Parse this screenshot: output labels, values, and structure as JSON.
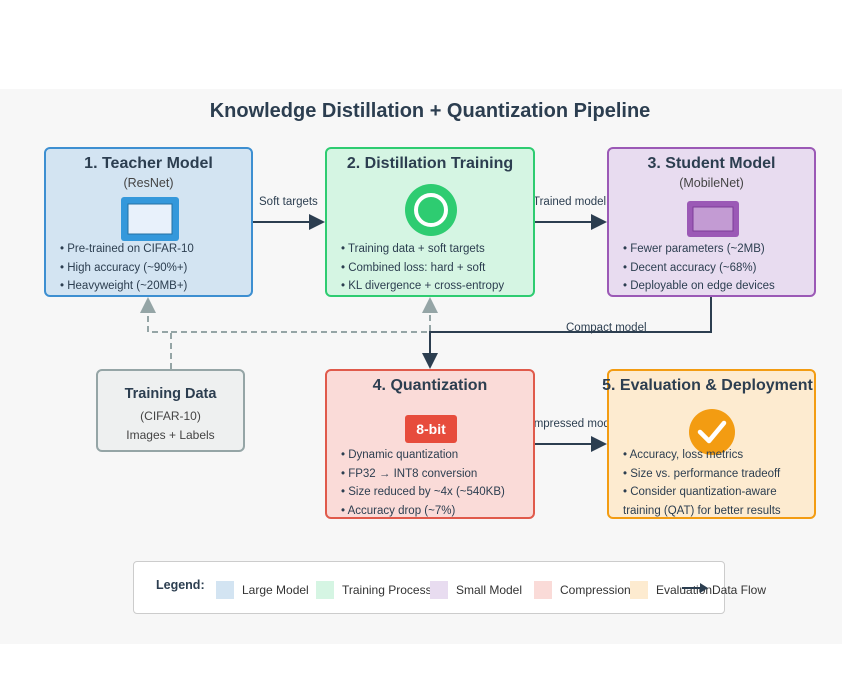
{
  "title": "Knowledge Distillation + Quantization Pipeline",
  "colors": {
    "teacher": "#3498db",
    "distill": "#2ecc71",
    "student": "#9b59b6",
    "quant": "#e74c3c",
    "eval": "#f39c12",
    "data": "#95a5a6",
    "arrow": "#2c3e50"
  },
  "teacher": {
    "title": "1. Teacher Model",
    "subtitle": "(ResNet)",
    "icon": "monitor-icon",
    "bullets": [
      "• Pre-trained on CIFAR-10",
      "• High accuracy (~90%+)",
      "• Heavyweight (~20MB+)"
    ]
  },
  "distill": {
    "title": "2. Distillation Training",
    "icon": "target-icon",
    "bullets": [
      "• Training data + soft targets",
      "• Combined loss: hard + soft",
      "• KL divergence + cross-entropy"
    ]
  },
  "student": {
    "title": "3. Student Model",
    "subtitle": "(MobileNet)",
    "icon": "small-monitor-icon",
    "bullets": [
      "• Fewer parameters (~2MB)",
      "• Decent accuracy (~68%)",
      "• Deployable on edge devices"
    ]
  },
  "training_data": {
    "title": "Training Data",
    "line1": "(CIFAR-10)",
    "line2": "Images + Labels"
  },
  "quant": {
    "title": "4. Quantization",
    "badge": "8-bit",
    "bullets": [
      "• Dynamic quantization",
      "• FP32 → INT8 conversion",
      "• Size reduced by ~4x (~540KB)",
      "• Accuracy drop (~7%)"
    ]
  },
  "eval": {
    "title": "5. Evaluation & Deployment",
    "icon": "checkmark-icon",
    "bullets": [
      "• Accuracy, loss metrics",
      "• Size vs. performance tradeoff",
      "• Consider quantization-aware",
      "training (QAT) for better results"
    ]
  },
  "arrows": {
    "soft_targets": "Soft targets",
    "trained_model": "Trained model",
    "compact_model": "Compact model",
    "compressed_model": "Compressed model"
  },
  "legend": {
    "title": "Legend:",
    "items": [
      {
        "label": "Large Model",
        "color": "#d3e4f2"
      },
      {
        "label": "Training Process",
        "color": "#d5f5e3"
      },
      {
        "label": "Small Model",
        "color": "#e8dcf0"
      },
      {
        "label": "Compression",
        "color": "#fadbd8"
      },
      {
        "label": "Evaluation",
        "color": "#fdebd0"
      }
    ],
    "data_flow": "Data Flow"
  }
}
